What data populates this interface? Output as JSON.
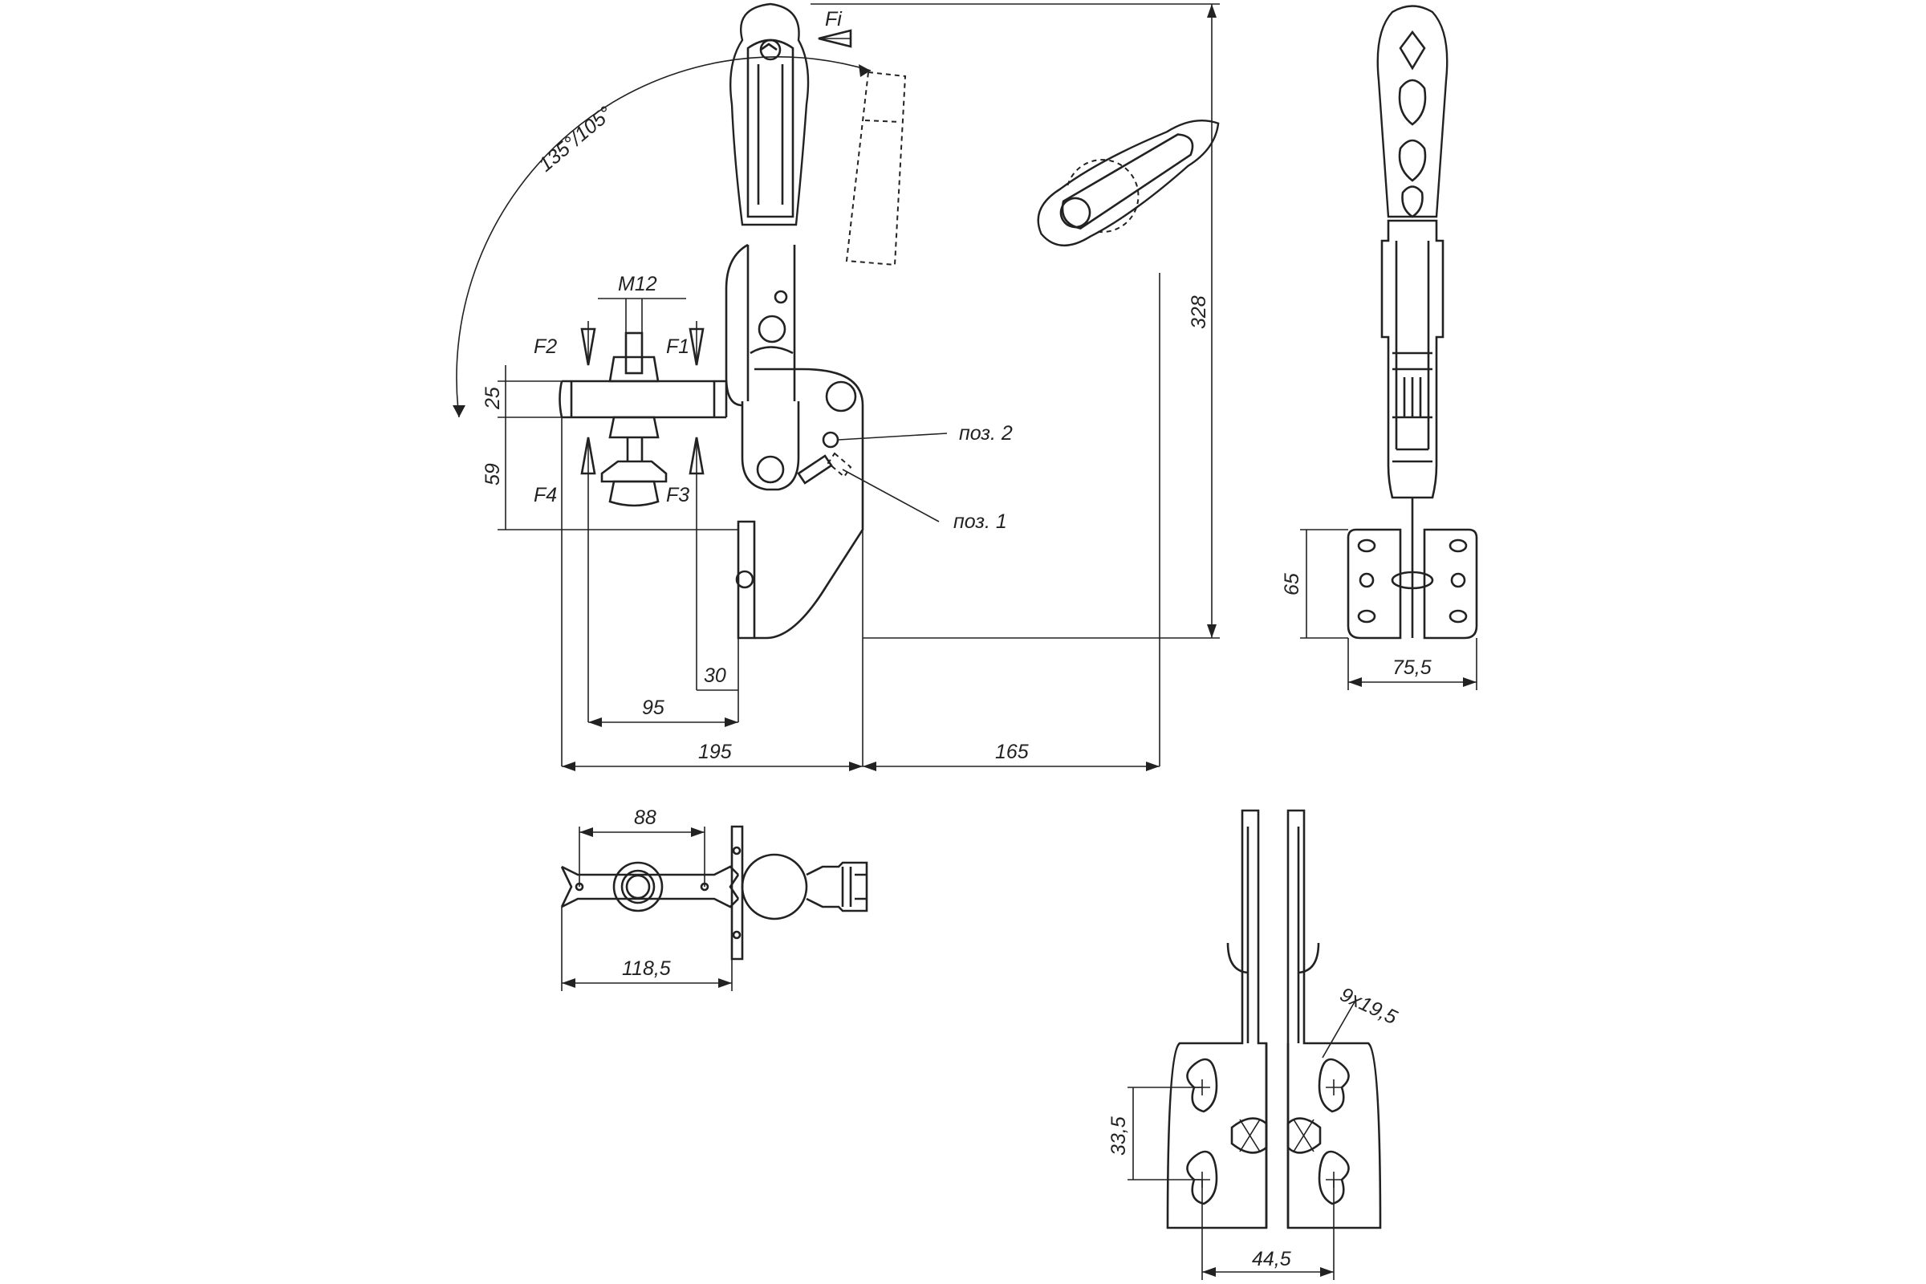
{
  "drawing": {
    "front_view": {
      "dims": {
        "height_total": "328",
        "thread": "M12",
        "height_25": "25",
        "height_59": "59",
        "width_30": "30",
        "width_95": "95",
        "width_195": "195",
        "width_165": "165"
      },
      "angle": "135°/105°",
      "forces": {
        "f1": "F1",
        "f2": "F2",
        "f3": "F3",
        "f4": "F4",
        "fi": "Fi"
      },
      "positions": {
        "pos1": "поз. 1",
        "pos2": "поз. 2"
      }
    },
    "side_view": {
      "dims": {
        "height_65": "65",
        "width_75_5": "75,5"
      }
    },
    "top_view": {
      "dims": {
        "width_88": "88",
        "width_118_5": "118,5"
      }
    },
    "base_view": {
      "dims": {
        "slot": "9x19,5",
        "pitch_33_5": "33,5",
        "pitch_44_5": "44,5"
      }
    }
  }
}
